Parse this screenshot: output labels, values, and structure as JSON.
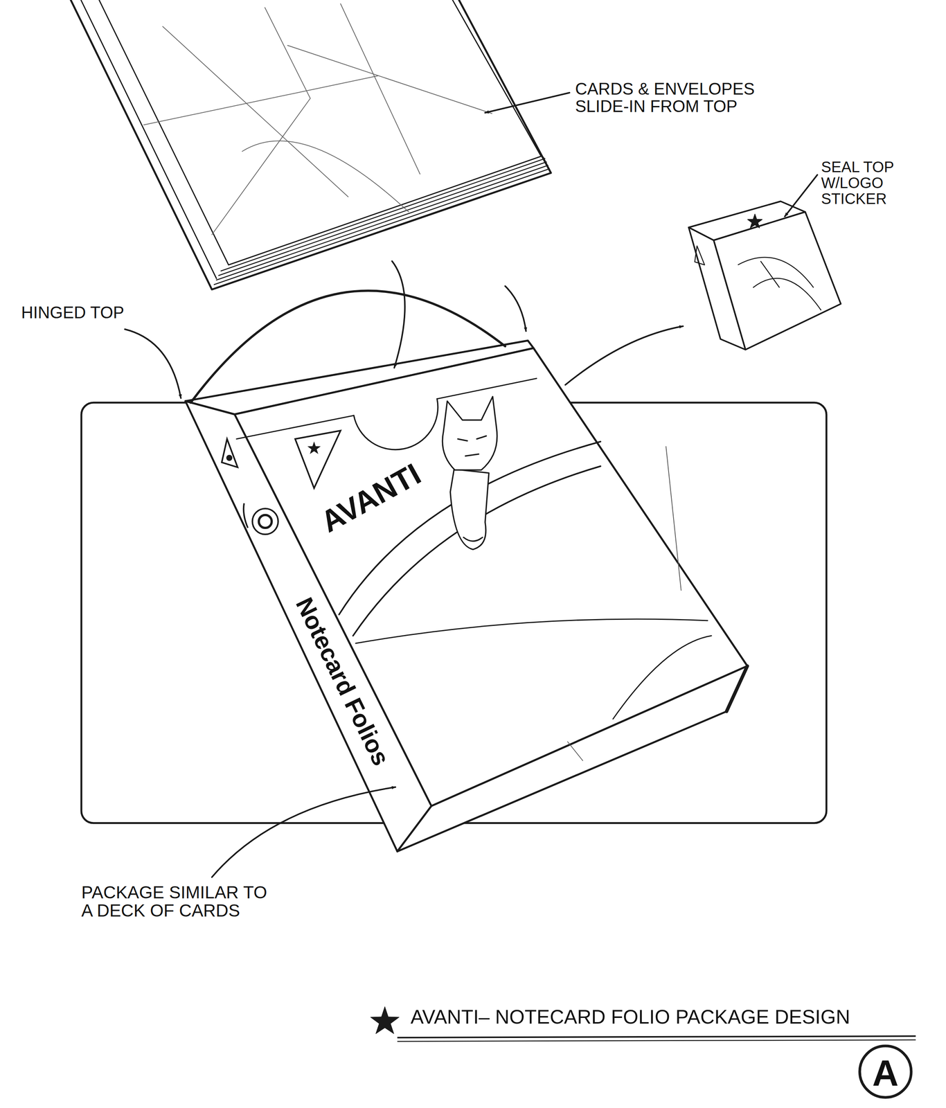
{
  "diagram": {
    "title": "AVANTI– NOTECARD FOLIO PACKAGE DESIGN",
    "labels": [
      "CARDS & ENVELOPES SLIDE-IN FROM TOP",
      "SEAL TOP W/LOGO STICKER",
      "HINGED TOP",
      "AVANTI",
      "Notecard Folios",
      "PACKAGE SIMILAR TO A DECK OF CARDS",
      "A"
    ]
  }
}
